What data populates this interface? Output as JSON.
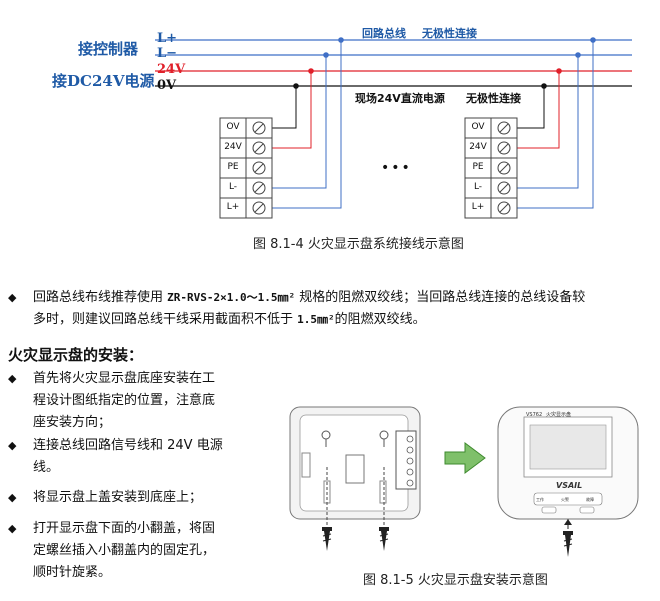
{
  "wiring": {
    "left_label_top": "接控制器",
    "left_label_bottom": "接DC24V电源",
    "line_labels": [
      "L+",
      "L−",
      "24V",
      "0V"
    ],
    "bus_label": "回路总线",
    "nonpolar_label_top": "无极性连接",
    "power_label": "现场24V直流电源",
    "nonpolar_label_mid": "无极性连接",
    "terminal_labels": [
      "OV",
      "24V",
      "PE",
      "L-",
      "L+"
    ],
    "ellipsis": "•••",
    "caption": "图 8.1-4 火灾显示盘系统接线示意图",
    "colors": {
      "bus": "#3f6fc6",
      "power24": "#e0202a",
      "ground": "#111111"
    }
  },
  "notes": {
    "bullet1_line1_a": "回路总线布线推荐使用",
    "bullet1_code1": "ZR-RVS-2×1.0～1.5㎜²",
    "bullet1_line1_b": "规格的阻燃双绞线；当回路总线连接的总线设备较",
    "bullet1_line2_a": "多时，则建议回路总线干线采用截面积不低于",
    "bullet1_code2": "1.5㎜²",
    "bullet1_line2_b": "的阻燃双绞线。"
  },
  "install": {
    "title": "火灾显示盘的安装：",
    "steps": [
      [
        "首先将火灾显示盘底座安装在工",
        "程设计图纸指定的位置，注意底",
        "座安装方向；"
      ],
      [
        "连接总线回路信号线和 24V 电源",
        "线。"
      ],
      [
        "将显示盘上盖安装到底座上；"
      ],
      [
        "打开显示盘下面的小翻盖，将固",
        "定螺丝插入小翻盖内的固定孔，",
        "顺时针旋紧。"
      ]
    ],
    "panel_model": "VS762",
    "panel_title": "火灾显示盘",
    "panel_brand": "VSAIL",
    "panel_buttons": [
      "工作",
      "火警",
      "故障"
    ],
    "caption": "图 8.1-5 火灾显示盘安装示意图"
  }
}
